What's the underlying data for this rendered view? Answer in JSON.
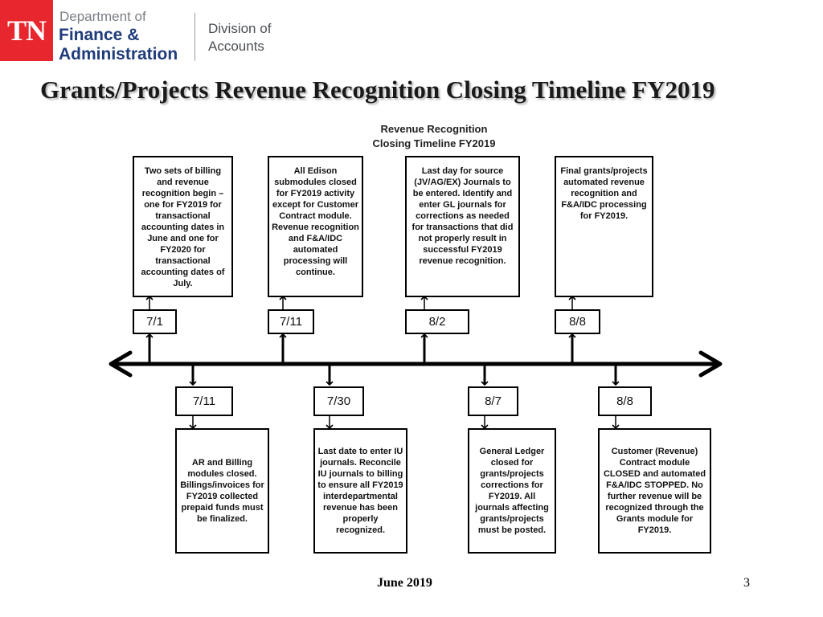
{
  "header": {
    "logo_abbr": "TN",
    "dept_line1": "Department of",
    "dept_line2": "Finance &",
    "dept_line3": "Administration",
    "division_line1": "Division of",
    "division_line2": "Accounts"
  },
  "slide_title": "Grants/Projects Revenue Recognition Closing Timeline FY2019",
  "diagram_title_line1": "Revenue Recognition",
  "diagram_title_line2": "Closing Timeline FY2019",
  "above_events": [
    {
      "date": "7/1",
      "text": "Two sets of billing and revenue recognition begin – one for FY2019 for transactional accounting dates in June and one for FY2020 for transactional accounting dates of July."
    },
    {
      "date": "7/11",
      "text": "All Edison submodules closed for FY2019 activity except for Customer Contract module. Revenue recognition and F&A/IDC automated processing will continue."
    },
    {
      "date": "8/2",
      "text": "Last day for source (JV/AG/EX) Journals to be entered. Identify and enter GL journals for corrections as needed for transactions that did not properly result in successful FY2019 revenue recognition."
    },
    {
      "date": "8/8",
      "text": "Final grants/projects automated revenue recognition and F&A/IDC processing for FY2019."
    }
  ],
  "below_events": [
    {
      "date": "7/11",
      "text": "AR and Billing modules closed. Billings/invoices for FY2019 collected prepaid funds must be finalized."
    },
    {
      "date": "7/30",
      "text": "Last date to enter IU journals. Reconcile IU journals to billing to ensure all FY2019 interdepartmental revenue has been properly recognized."
    },
    {
      "date": "8/7",
      "text": "General Ledger closed for grants/projects corrections for FY2019. All journals affecting grants/projects must be posted."
    },
    {
      "date": "8/8",
      "text": "Customer (Revenue) Contract module CLOSED and automated F&A/IDC STOPPED. No further revenue will be recognized through the Grants module for FY2019."
    }
  ],
  "footer": {
    "date": "June 2019",
    "page_number": "3"
  }
}
